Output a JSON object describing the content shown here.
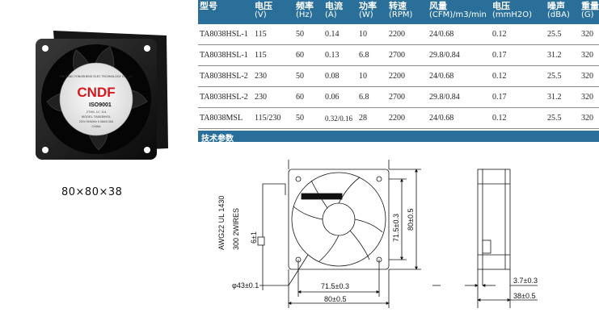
{
  "product": {
    "dims_caption": "80×80×38",
    "brand": "CNDF",
    "label_arc": "ZHEJIANG YONGSHENG ELEC TECHNOLOGY CO.,LTD",
    "iso": "ISO9001",
    "label_line1": "ZTHIL 1C 114",
    "label_line2": "MODEL TA8038HSL",
    "label_line3": "220V 50/60Hz  0.08A/0.06A",
    "label_line4": "CHINA"
  },
  "table": {
    "headers": [
      {
        "top": "型号",
        "bottom": ""
      },
      {
        "top": "电压",
        "bottom": "(V)"
      },
      {
        "top": "频率",
        "bottom": "(Hz)"
      },
      {
        "top": "电流",
        "bottom": "(A)"
      },
      {
        "top": "功率",
        "bottom": "(W)"
      },
      {
        "top": "转速",
        "bottom": "(RPM)"
      },
      {
        "top": "风量",
        "bottom": "(CFM)/m3/min"
      },
      {
        "top": "电压",
        "bottom": "(mmH2O)"
      },
      {
        "top": "噪声",
        "bottom": "(dBA)"
      },
      {
        "top": "重量",
        "bottom": "(G)"
      }
    ],
    "rows": [
      [
        "TA8038HSL-1",
        "115",
        "50",
        "0.14",
        "10",
        "2200",
        "24/0.68",
        "0.12",
        "25.5",
        "320"
      ],
      [
        "TA8038HSL-1",
        "115",
        "60",
        "0.13",
        "6.8",
        "2700",
        "29.8/0.84",
        "0.17",
        "31.2",
        "320"
      ],
      [
        "TA8038HSL-2",
        "230",
        "50",
        "0.08",
        "10",
        "2200",
        "24/0.68",
        "0.12",
        "25.5",
        "320"
      ],
      [
        "TA8038HSL-2",
        "230",
        "60",
        "0.06",
        "6.8",
        "2700",
        "29.8/0.84",
        "0.17",
        "31.2",
        "320"
      ],
      [
        "TA8038MSL",
        "115/230",
        "50",
        "0.32/0.16",
        "28",
        "2200",
        "24/0.68",
        "0.12",
        "25.5",
        "320"
      ]
    ]
  },
  "section": {
    "title": "技术参数"
  },
  "drawing": {
    "wire_label": "AWG22 UL 1430",
    "wire_length": "300 2WIRES",
    "wire_tol": "6±1",
    "hole_dia": "φ43±0.1",
    "hole_spacing_h": "71.5±0.3",
    "width": "80±0.5",
    "hole_spacing_v": "71.5±0.3",
    "height": "80±0.5",
    "flange": "3.7±0.3",
    "depth": "38±0.5"
  }
}
